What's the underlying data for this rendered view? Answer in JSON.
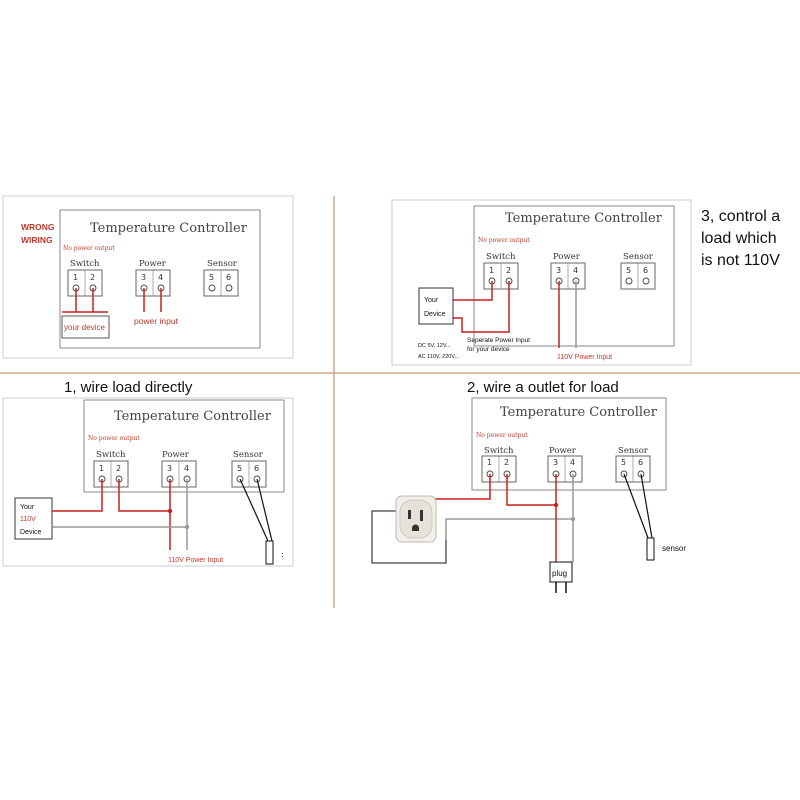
{
  "colors": {
    "red_wire": "#cc1f1f",
    "grey_wire": "#999999",
    "black_wire": "#111111",
    "divider": "#c8a98e",
    "panel_border": "#cccccc",
    "label_red": "#c0392b"
  },
  "controller": {
    "title": "Temperature Controller",
    "no_power_output": "No power output",
    "group_switch": "Switch",
    "group_power": "Power",
    "group_sensor": "Sensor",
    "t1": "1",
    "t2": "2",
    "t3": "3",
    "t4": "4",
    "t5": "5",
    "t6": "6"
  },
  "panel_wrong": {
    "heading_line1": "WRONG",
    "heading_line2": "WIRING",
    "device_label": "your device",
    "power_label": "power input"
  },
  "panel_3": {
    "caption_line1": "3, control a",
    "caption_line2": "load which",
    "caption_line3": "is not 110V",
    "device_line1": "Your",
    "device_line2": "Device",
    "voltage_dc": "DC 5V, 12V...",
    "voltage_ac": "AC 110V, 220V...",
    "separate_line1": "Seperate Power Input",
    "separate_line2": "for your device",
    "power_label": "110V Power Input"
  },
  "panel_1": {
    "caption": "1, wire load directly",
    "device_line1": "Your",
    "device_line2": "110V",
    "device_line3": "Device",
    "power_label": "110V Power Input",
    "probe_mark": ":"
  },
  "panel_2": {
    "caption": "2, wire a outlet for load",
    "plug_label": "plug",
    "sensor_label": "sensor"
  }
}
